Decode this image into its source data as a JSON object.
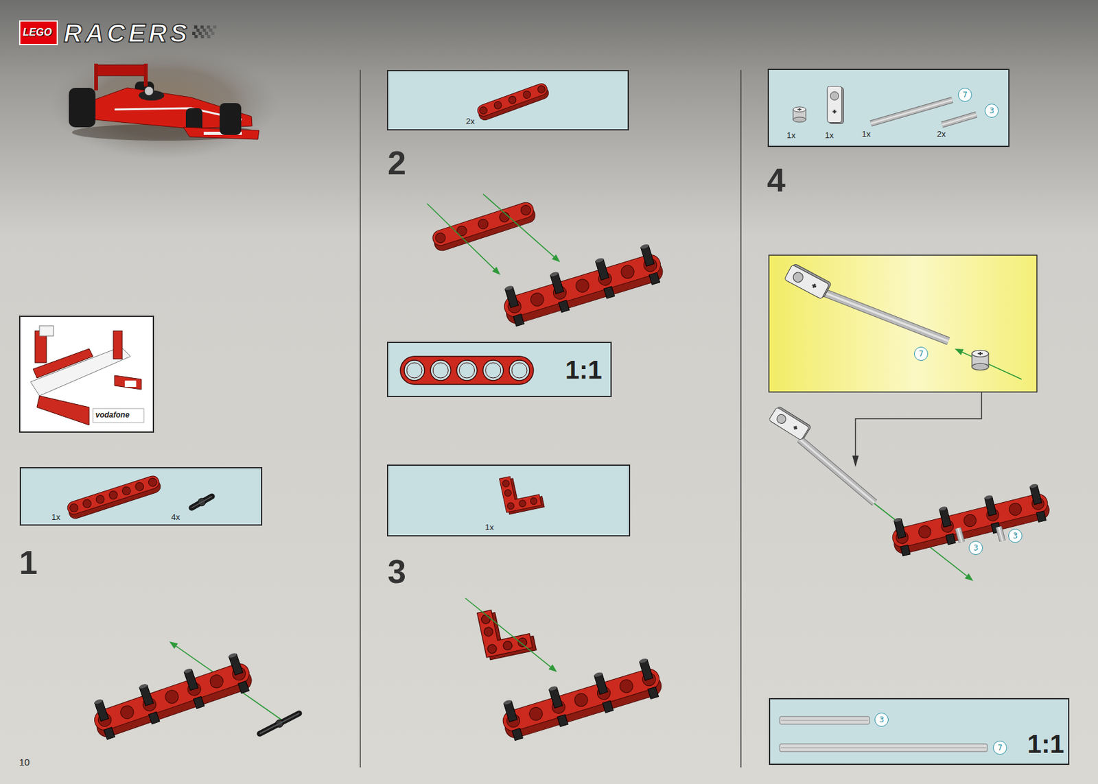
{
  "diagram": {
    "nodes": [
      {
        "text": [
          "1x",
          "4x"
        ]
      },
      {
        "text": [
          "2x"
        ]
      },
      {
        "text": [
          "1:1"
        ]
      },
      {
        "text": [
          "1x"
        ]
      },
      {
        "text": [
          "1x",
          "1x",
          "1x",
          "2x"
        ]
      },
      {
        "text": [
          "7"
        ],
        "in": 4
      },
      {
        "text": [
          "3"
        ],
        "in": 4
      },
      {
        "text": [
          "7"
        ]
      },
      {
        "text": [
          "3"
        ]
      },
      {
        "text": [
          "3"
        ]
      },
      {
        "text": [
          "1:1"
        ]
      },
      {
        "text": [
          "3"
        ],
        "in": 10
      },
      {
        "text": [
          "7"
        ],
        "in": 10
      }
    ],
    "labels": [
      "LEGO",
      "RACERS",
      "vodafone",
      "1",
      "2",
      "3",
      "4",
      "10"
    ]
  }
}
